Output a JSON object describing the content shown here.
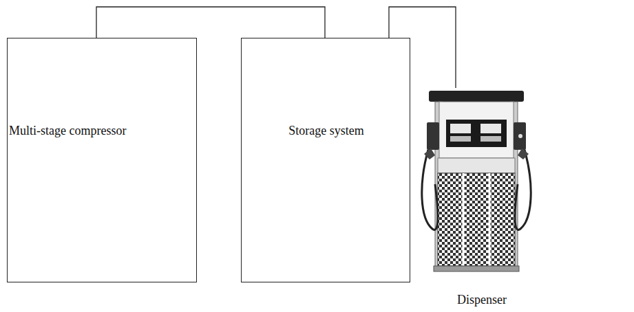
{
  "diagram": {
    "nodes": [
      {
        "text": [
          "Multi-stage compressor"
        ]
      },
      {
        "text": [
          "Storage system"
        ]
      },
      {
        "text": [
          "Dispenser"
        ]
      }
    ],
    "edges": [
      {
        "from": 0,
        "to": 1,
        "arrow": "none"
      },
      {
        "from": 1,
        "to": 2,
        "arrow": "none"
      }
    ]
  }
}
